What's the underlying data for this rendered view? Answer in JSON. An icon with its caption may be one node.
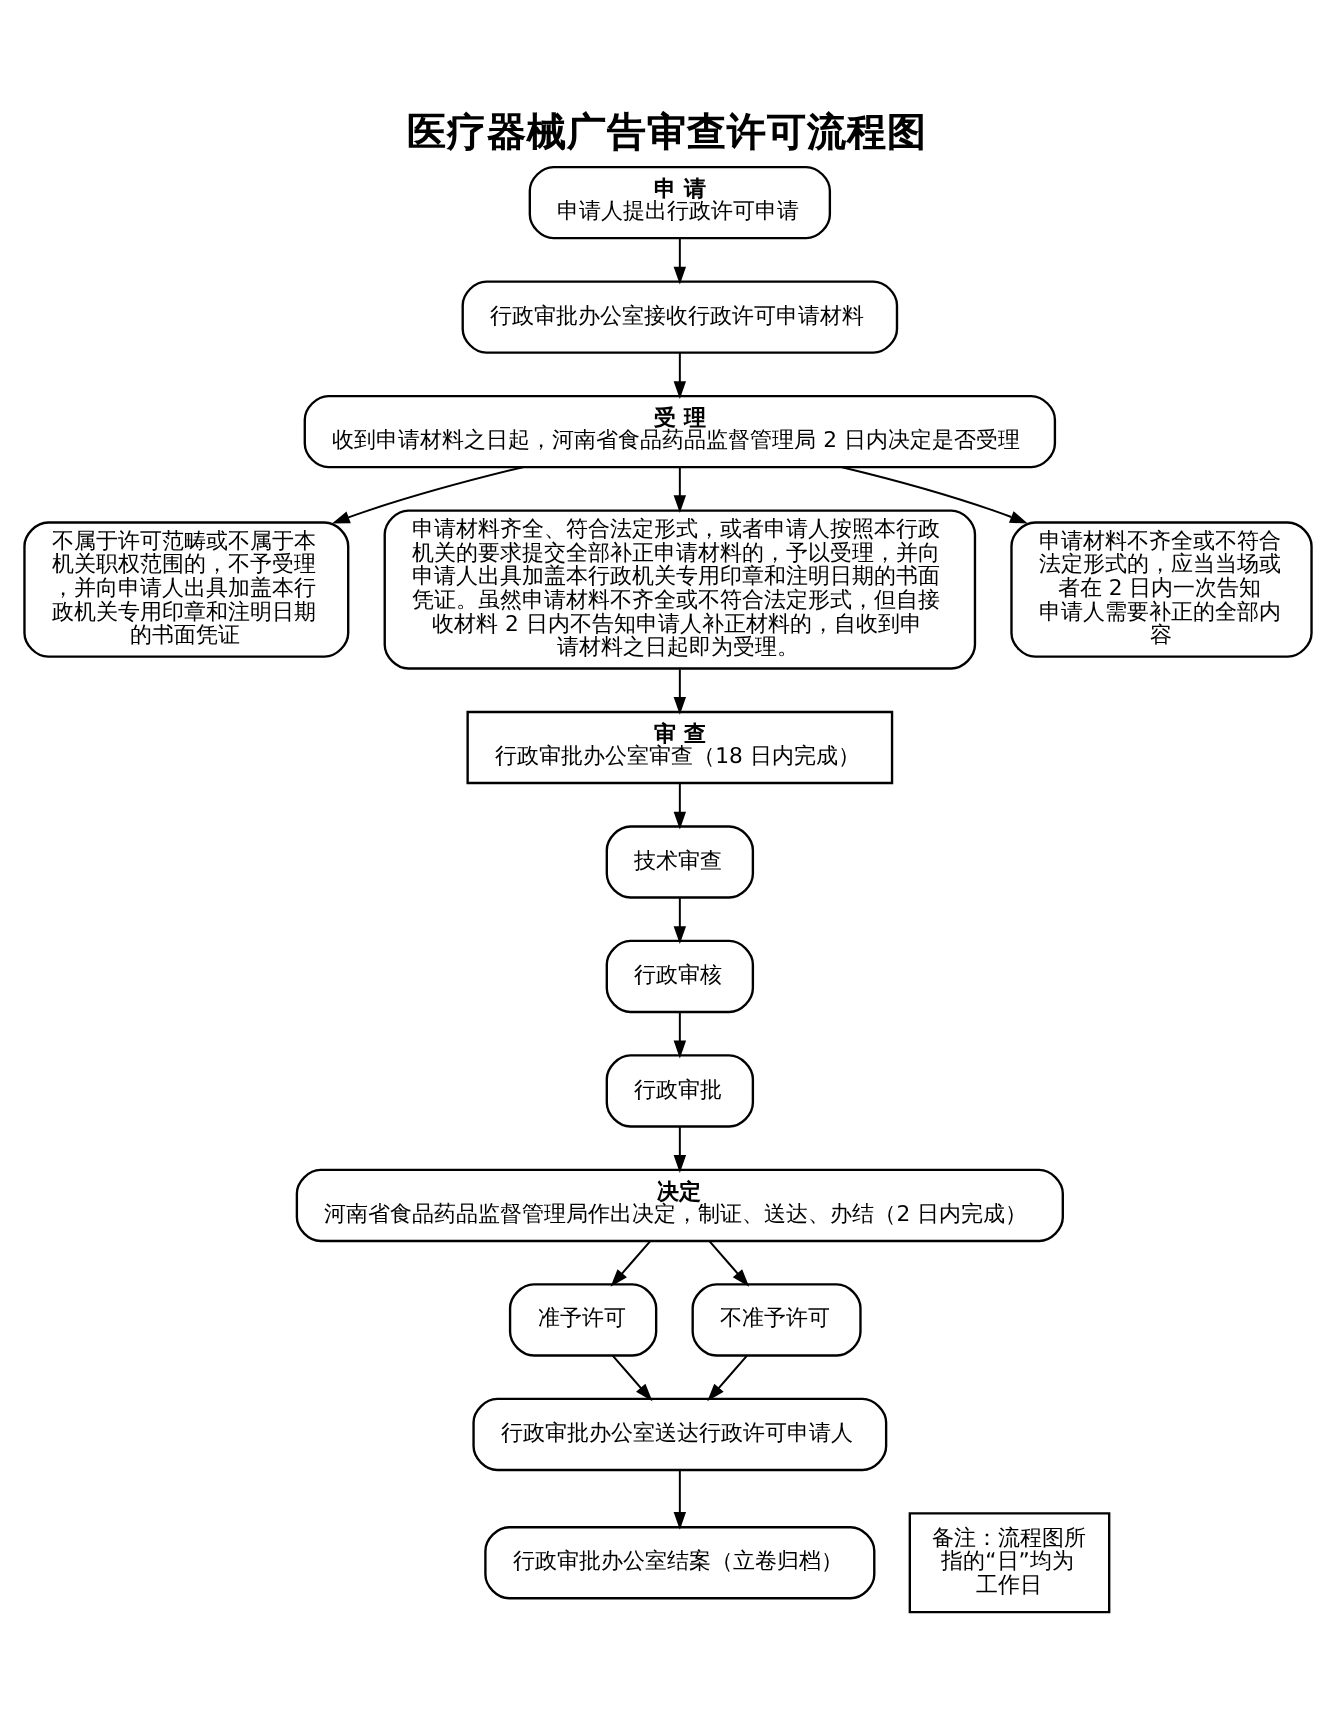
{
  "diagram": {
    "title": "医疗器械广告审查许可流程图",
    "nodes": [
      {
        "text": [
          "申 请",
          "申请人提出行政许可申请"
        ]
      },
      {
        "text": [
          "行政审批办公室接收行政许可申请材料"
        ]
      },
      {
        "text": [
          "受 理",
          "收到申请材料之日起，河南省食品药品监督管理局 2 日内决定是否受理"
        ]
      },
      {
        "text": [
          "不属于许可范畴或不属于本机关职权范围的，不予受理，并向申请人出具加盖本行政机关专用印章和注明日期的书面凭证"
        ]
      },
      {
        "text": [
          "申请材料齐全、符合法定形式，或者申请人按照本行政机关的要求提交全部补正申请材料的，予以受理，并向申请人出具加盖本行政机关专用印章和注明日期的书面凭证。虽然申请材料不齐全或不符合法定形式，但自接收材料 2 日内不告知申请人补正材料的，自收到申请材料之日起即为受理。"
        ]
      },
      {
        "text": [
          "申请材料不齐全或不符合法定形式的，应当当场或者在 2 日内一次告知申请人需要补正的全部内容"
        ]
      },
      {
        "text": [
          "审 查",
          "行政审批办公室审查（18 日内完成）"
        ]
      },
      {
        "text": [
          "技术审查"
        ]
      },
      {
        "text": [
          "行政审核"
        ]
      },
      {
        "text": [
          "行政审批"
        ]
      },
      {
        "text": [
          "决定",
          "河南省食品药品监督管理局作出决定，制证、送达、办结（2 日内完成）"
        ]
      },
      {
        "text": [
          "准予许可"
        ]
      },
      {
        "text": [
          "不准予许可"
        ]
      },
      {
        "text": [
          "行政审批办公室送达行政许可申请人"
        ]
      },
      {
        "text": [
          "行政审批办公室结案（立卷归档）"
        ]
      },
      {
        "text": [
          "备注：流程图所指的“日”均为工作日"
        ]
      }
    ],
    "edges": [
      {
        "from": 0,
        "to": 1,
        "arrow": "to"
      },
      {
        "from": 1,
        "to": 2,
        "arrow": "to"
      },
      {
        "from": 2,
        "to": 3,
        "arrow": "to"
      },
      {
        "from": 2,
        "to": 4,
        "arrow": "to"
      },
      {
        "from": 2,
        "to": 5,
        "arrow": "to"
      },
      {
        "from": 4,
        "to": 6,
        "arrow": "to"
      },
      {
        "from": 6,
        "to": 7,
        "arrow": "to"
      },
      {
        "from": 7,
        "to": 8,
        "arrow": "to"
      },
      {
        "from": 8,
        "to": 9,
        "arrow": "to"
      },
      {
        "from": 9,
        "to": 10,
        "arrow": "to"
      },
      {
        "from": 10,
        "to": 11,
        "arrow": "to"
      },
      {
        "from": 10,
        "to": 12,
        "arrow": "to"
      },
      {
        "from": 11,
        "to": 13,
        "arrow": "to"
      },
      {
        "from": 12,
        "to": 13,
        "arrow": "to"
      },
      {
        "from": 13,
        "to": 14,
        "arrow": "to"
      }
    ]
  }
}
